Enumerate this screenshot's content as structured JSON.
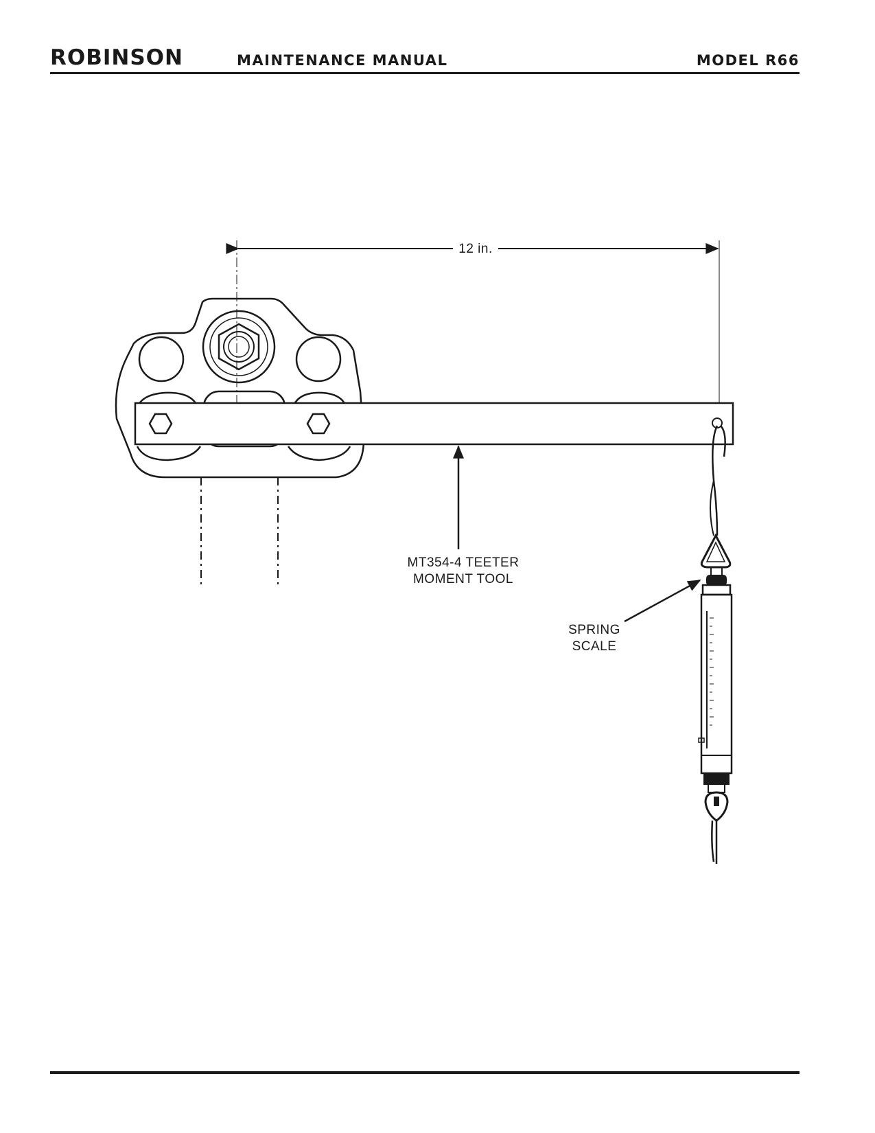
{
  "header": {
    "brand": "ROBINSON",
    "title": "MAINTENANCE MANUAL",
    "model": "MODEL R66"
  },
  "figure": {
    "dimension_label": "12 in.",
    "tool_label_line1": "MT354-4 TEETER",
    "tool_label_line2": "MOMENT TOOL",
    "scale_label_line1": "SPRING",
    "scale_label_line2": "SCALE"
  }
}
